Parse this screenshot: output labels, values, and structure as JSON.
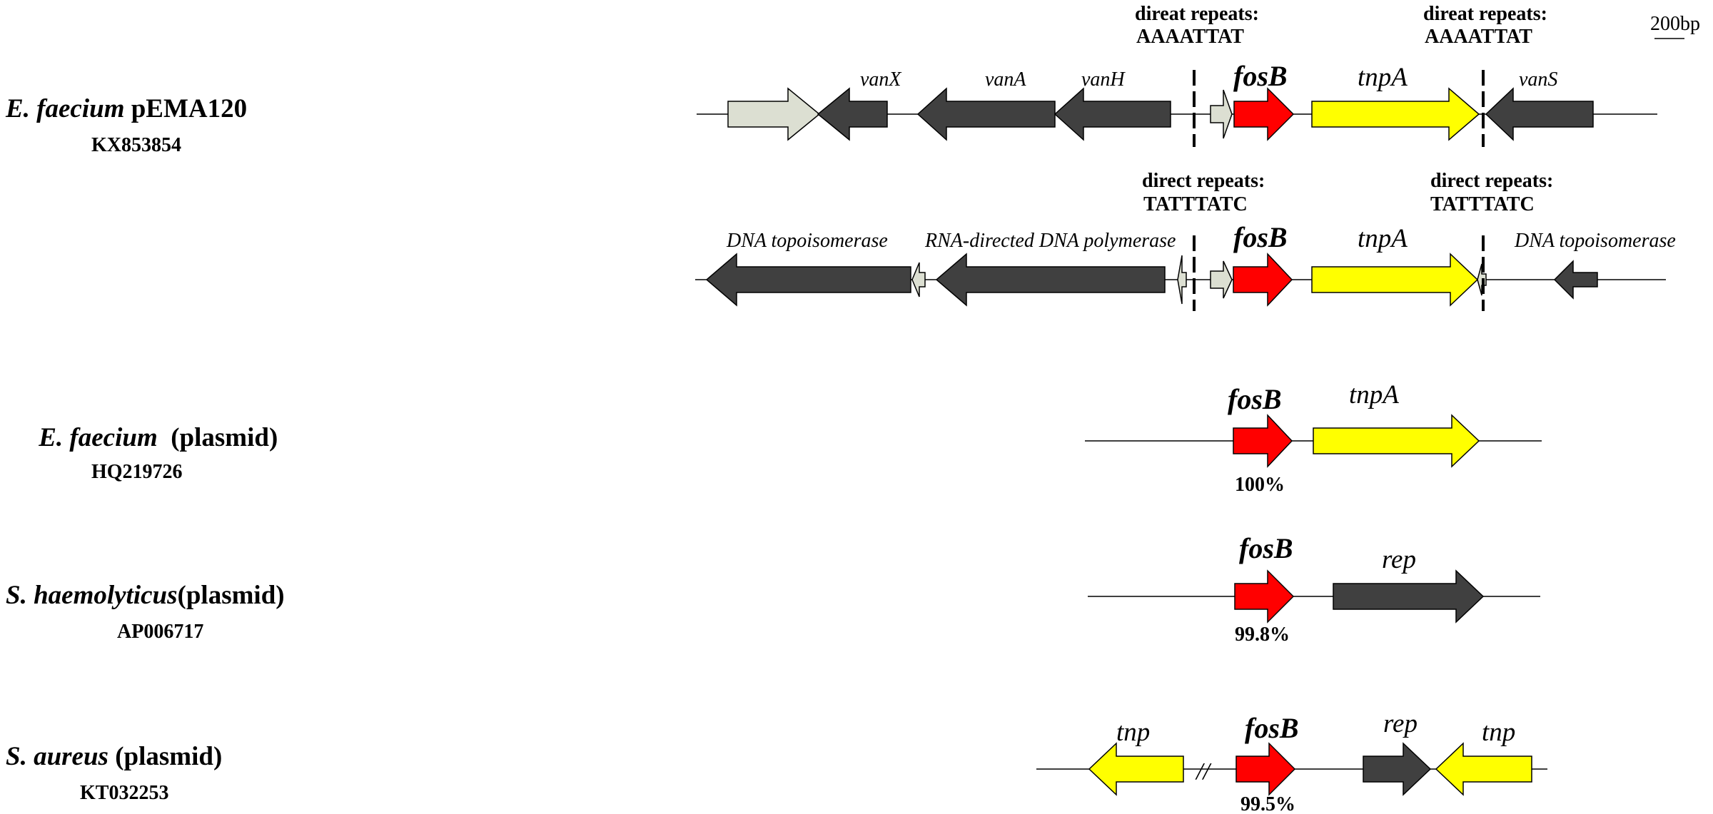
{
  "scale_bar": {
    "label": "200bp"
  },
  "colors": {
    "fosB": "#ff0000",
    "tnpA": "#ffff00",
    "tnp": "#ffff00",
    "dark_gene": "#404040",
    "light_gene": "#dcdfd2"
  },
  "tracks": [
    {
      "organism": "E. faecium",
      "organism_suffix": " pEMA120",
      "accession": "KX853854",
      "repeat_label": "direat repeats:",
      "repeat_seq": "AAAATTAT",
      "repeat_label_2": "direat repeats:",
      "repeat_seq_2": "AAAATTAT",
      "genes": [
        "vanX",
        "vanA",
        "vanH",
        "fosB",
        "tnpA",
        "vanS"
      ]
    },
    {
      "repeat_label": "direct repeats:",
      "repeat_seq": "TATTTATC",
      "repeat_label_2": "direct repeats:",
      "repeat_seq_2": "TATTTATC",
      "genes": [
        "DNA topoisomerase",
        "RNA-directed DNA polymerase",
        "fosB",
        "tnpA",
        "DNA topoisomerase"
      ]
    },
    {
      "organism": "E. faecium",
      "organism_suffix": "  (plasmid)",
      "accession": "HQ219726",
      "genes": [
        "fosB",
        "tnpA"
      ],
      "identity": "100%"
    },
    {
      "organism": "S. haemolyticus",
      "organism_suffix": "(plasmid)",
      "accession": "AP006717",
      "genes": [
        "fosB",
        "rep"
      ],
      "identity": "99.8%"
    },
    {
      "organism": "S. aureus",
      "organism_suffix": " (plasmid)",
      "accession": "KT032253",
      "genes": [
        "tnp",
        "fosB",
        "rep",
        "tnp"
      ],
      "identity": "99.5%",
      "break_mark": "//"
    }
  ]
}
